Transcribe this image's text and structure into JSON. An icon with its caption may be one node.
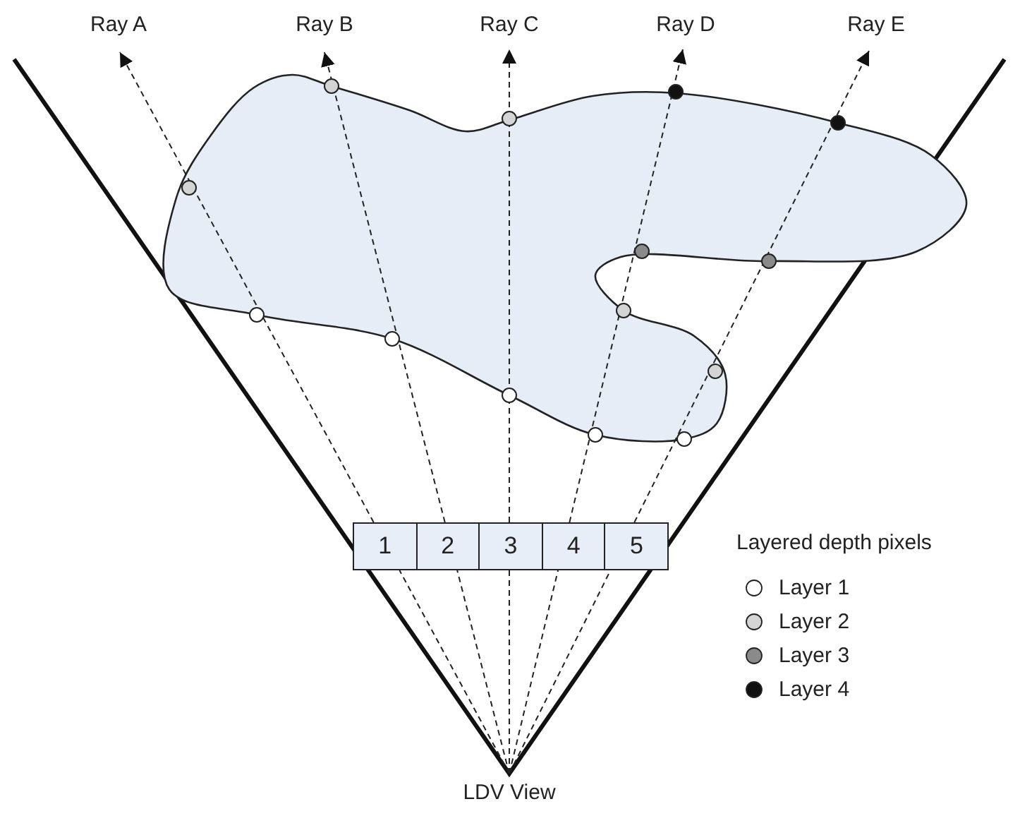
{
  "diagram": {
    "nodes": [
      {
        "text": [
          "LDV View"
        ]
      },
      {
        "text": [
          "Ray A"
        ]
      },
      {
        "text": [
          "Ray B"
        ]
      },
      {
        "text": [
          "Ray C"
        ]
      },
      {
        "text": [
          "Ray D"
        ]
      },
      {
        "text": [
          "Ray E"
        ]
      },
      {
        "text": [
          "1"
        ]
      },
      {
        "text": [
          "2"
        ]
      },
      {
        "text": [
          "3"
        ]
      },
      {
        "text": [
          "4"
        ]
      },
      {
        "text": [
          "5"
        ]
      }
    ],
    "edges": [
      {
        "from": 0,
        "to": 6,
        "arrow": "none",
        "style": "dashed"
      },
      {
        "from": 6,
        "to": 1,
        "arrow": "to",
        "style": "dashed"
      },
      {
        "from": 0,
        "to": 7,
        "arrow": "none",
        "style": "dashed"
      },
      {
        "from": 7,
        "to": 2,
        "arrow": "to",
        "style": "dashed"
      },
      {
        "from": 0,
        "to": 8,
        "arrow": "none",
        "style": "dashed"
      },
      {
        "from": 8,
        "to": 3,
        "arrow": "to",
        "style": "dashed"
      },
      {
        "from": 0,
        "to": 9,
        "arrow": "none",
        "style": "dashed"
      },
      {
        "from": 9,
        "to": 4,
        "arrow": "to",
        "style": "dashed"
      },
      {
        "from": 0,
        "to": 10,
        "arrow": "none",
        "style": "dashed"
      },
      {
        "from": 10,
        "to": 5,
        "arrow": "to",
        "style": "dashed"
      }
    ],
    "labels": [
      "Layered depth pixels"
    ],
    "legend": [
      {
        "text": "Layer 1",
        "color": "#ffffff"
      },
      {
        "text": "Layer 2",
        "color": "#d4d4d4"
      },
      {
        "text": "Layer 3",
        "color": "#8a8a8a"
      },
      {
        "text": "Layer 4",
        "color": "#111111"
      }
    ]
  }
}
